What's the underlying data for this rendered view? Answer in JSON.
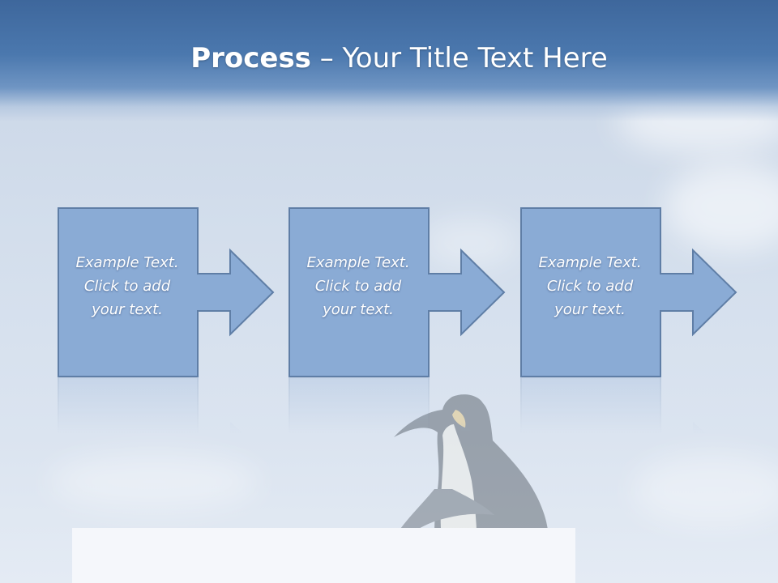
{
  "slide": {
    "title_bold": "Process",
    "title_rest": " – Your Title Text Here"
  },
  "process": {
    "steps": [
      {
        "lines": [
          "Example Text.",
          "Click  to add",
          "your text."
        ]
      },
      {
        "lines": [
          "Example Text.",
          "Click  to add",
          "your text."
        ]
      },
      {
        "lines": [
          "Example Text.",
          "Click  to add",
          "your text."
        ]
      }
    ]
  },
  "colors": {
    "title_band": "#4b78ae",
    "step_fill": "#8aabd5",
    "step_border": "#5f7ea6",
    "text": "#ffffff"
  },
  "icons": {
    "background_picture": "penguin",
    "step_shape": "arrow-right-callout"
  }
}
